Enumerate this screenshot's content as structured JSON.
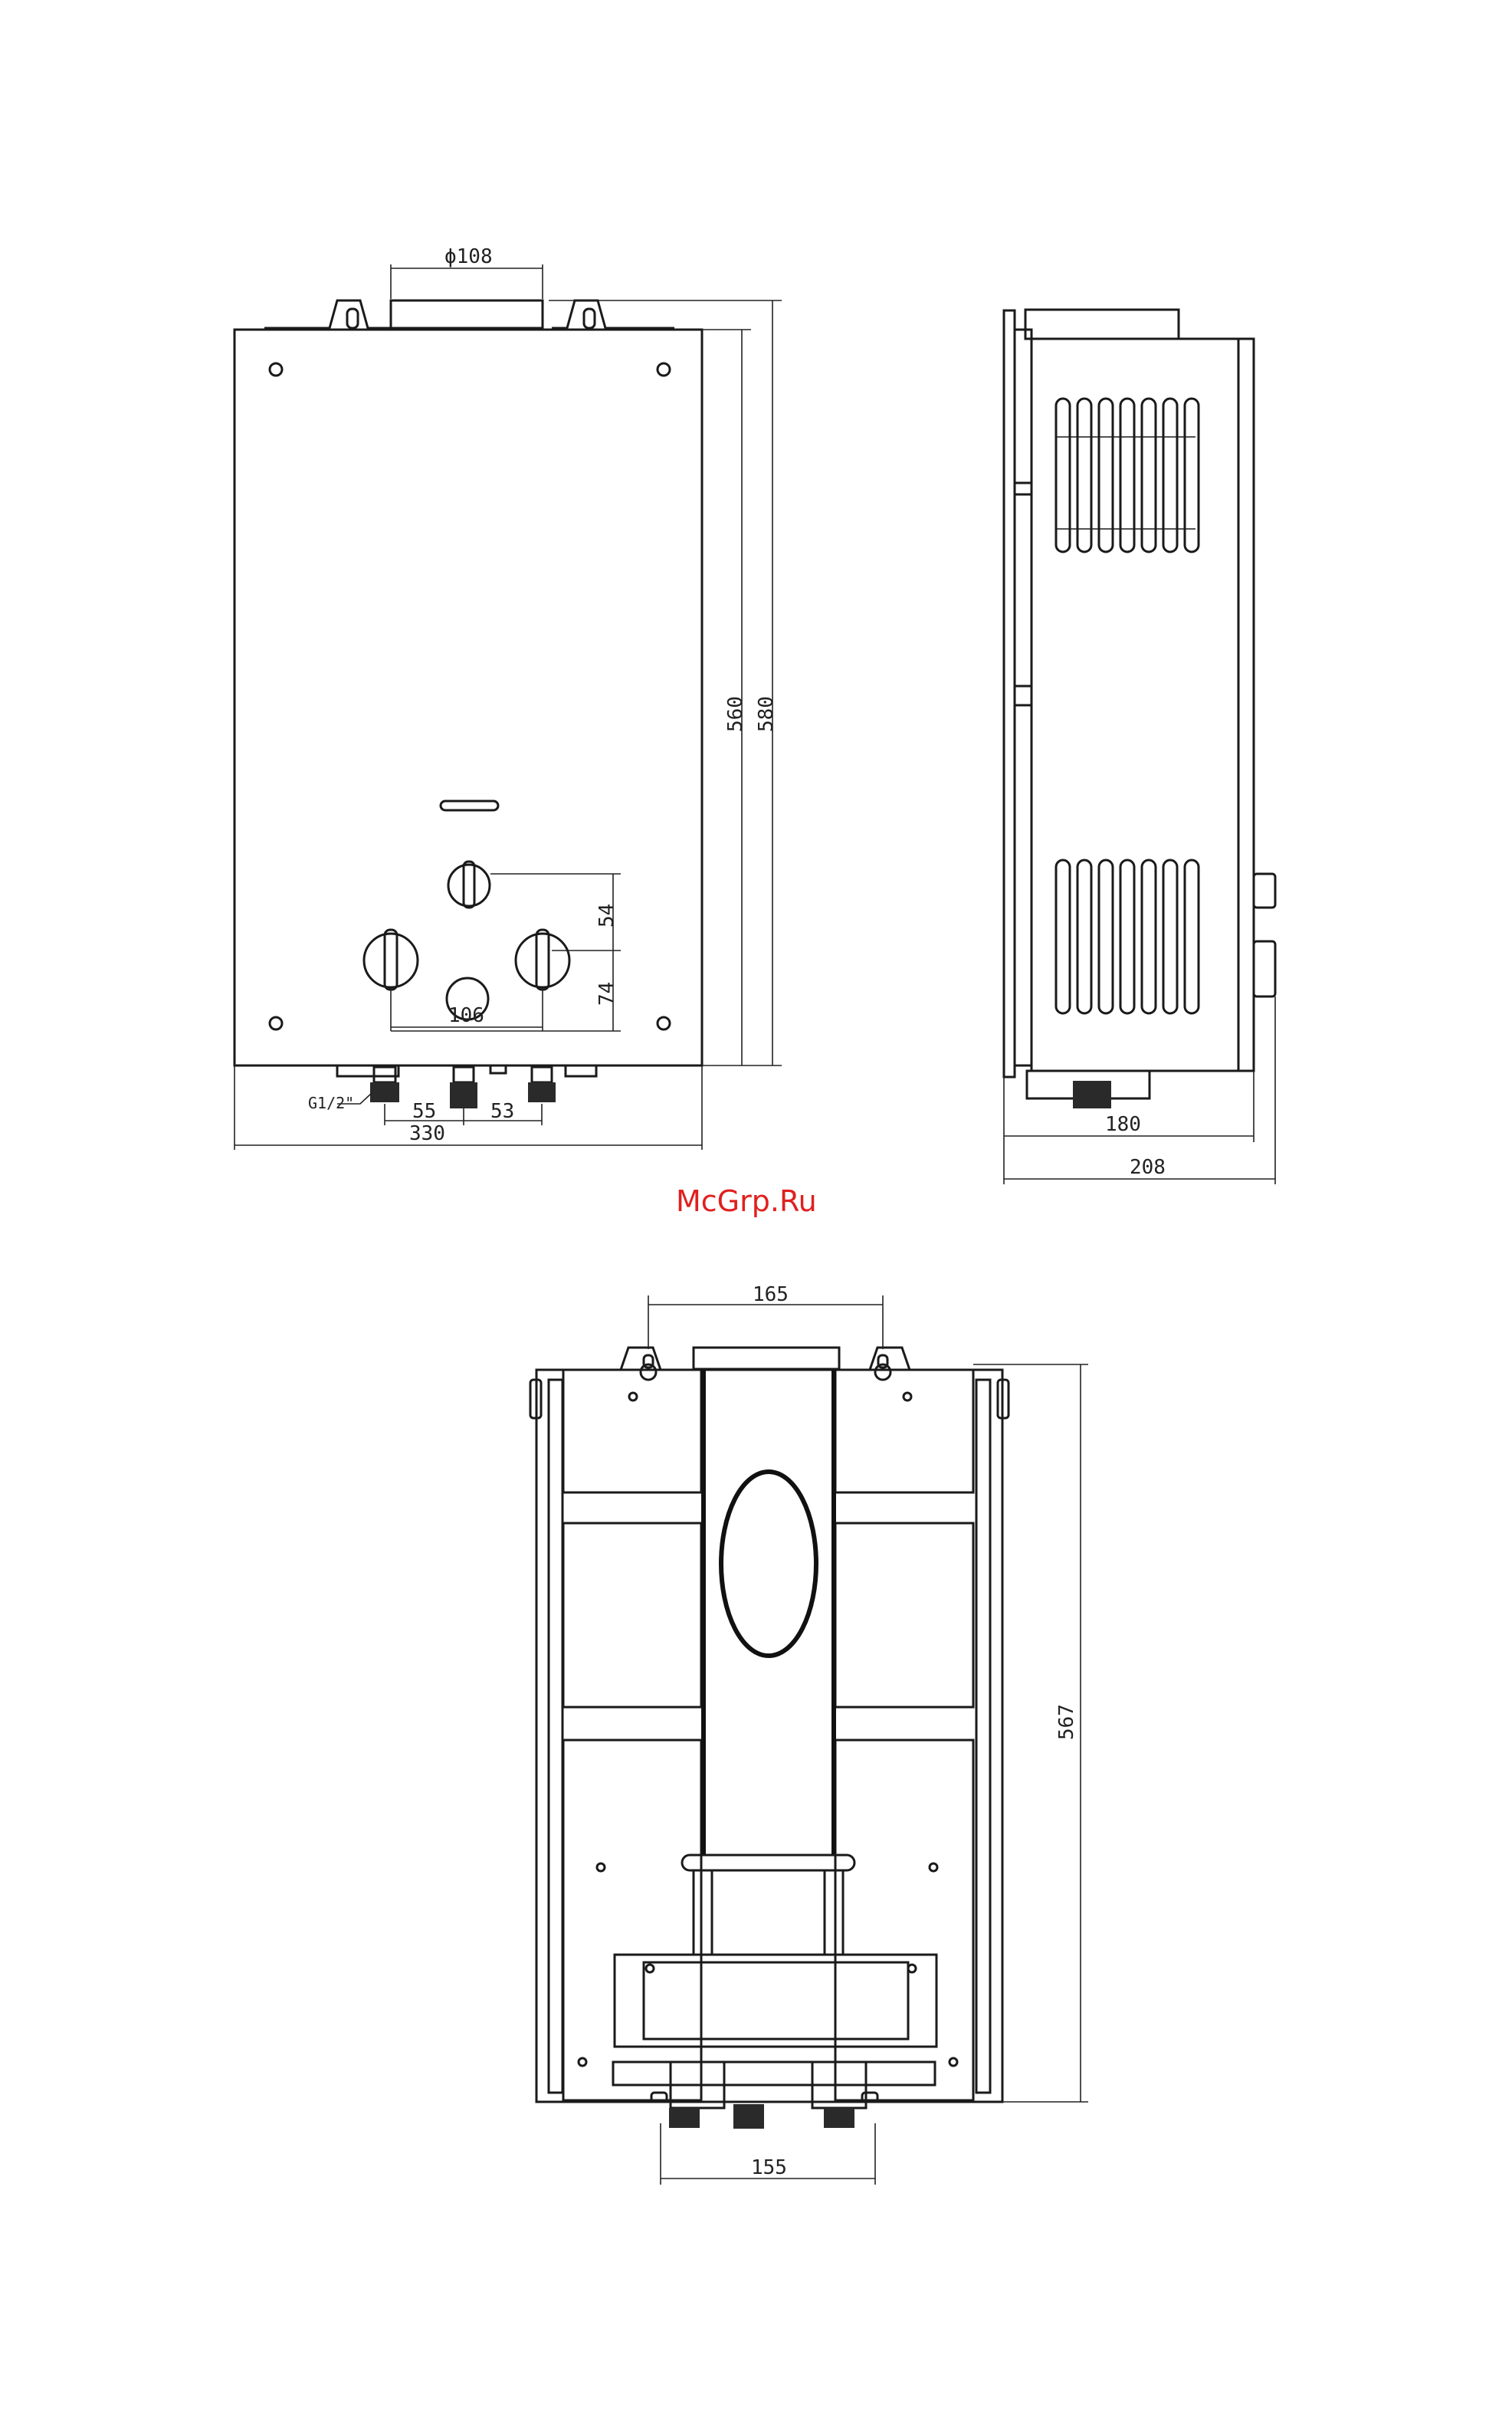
{
  "watermark": "McGrp.Ru",
  "front_view": {
    "dims": {
      "flue_diameter": "ϕ108",
      "height_body": "560",
      "height_total": "580",
      "knob_offset_upper": "54",
      "knob_offset_lower": "74",
      "knob_spacing": "106",
      "pipe_spacing_left": "55",
      "pipe_spacing_right": "53",
      "width": "330",
      "thread": "G1/2\""
    }
  },
  "side_view": {
    "dims": {
      "depth_body": "180",
      "depth_total": "208"
    }
  },
  "rear_view": {
    "dims": {
      "hook_spacing": "165",
      "height": "567",
      "pipe_spacing": "155"
    }
  },
  "colors": {
    "line": "#1a1a1a",
    "watermark": "#e02020"
  }
}
